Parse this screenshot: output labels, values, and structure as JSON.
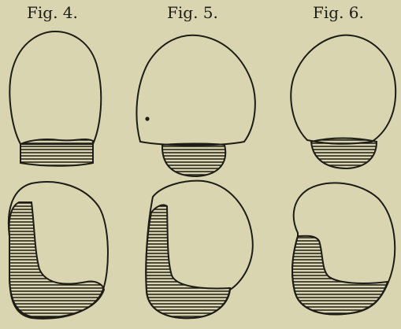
{
  "figures": [
    {
      "label": "Fig. 4."
    },
    {
      "label": "Fig. 5."
    },
    {
      "label": "Fig. 6."
    }
  ],
  "colors": {
    "background": "#d9d5b0",
    "ink": "#1e1c16"
  }
}
